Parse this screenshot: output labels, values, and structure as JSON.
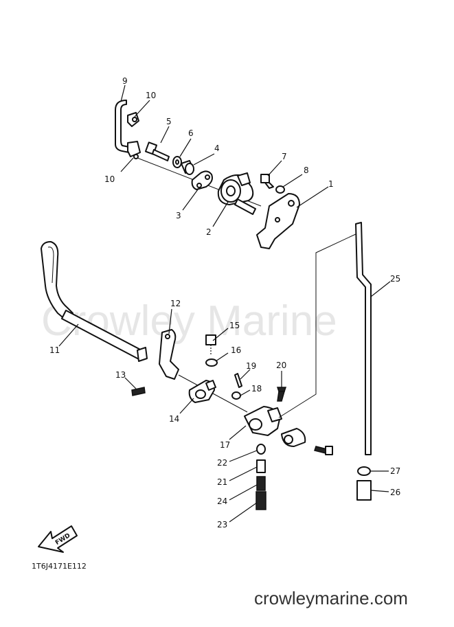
{
  "watermark": "Crowley Marine",
  "diagram_code": "1T6J4171E112",
  "website": "crowleymarine.com",
  "direction_label": "FWD",
  "callouts": [
    "1",
    "2",
    "3",
    "4",
    "5",
    "6",
    "7",
    "8",
    "9",
    "10",
    "10",
    "11",
    "12",
    "13",
    "14",
    "15",
    "16",
    "17",
    "18",
    "19",
    "20",
    "21",
    "22",
    "23",
    "24",
    "25",
    "26",
    "27"
  ]
}
